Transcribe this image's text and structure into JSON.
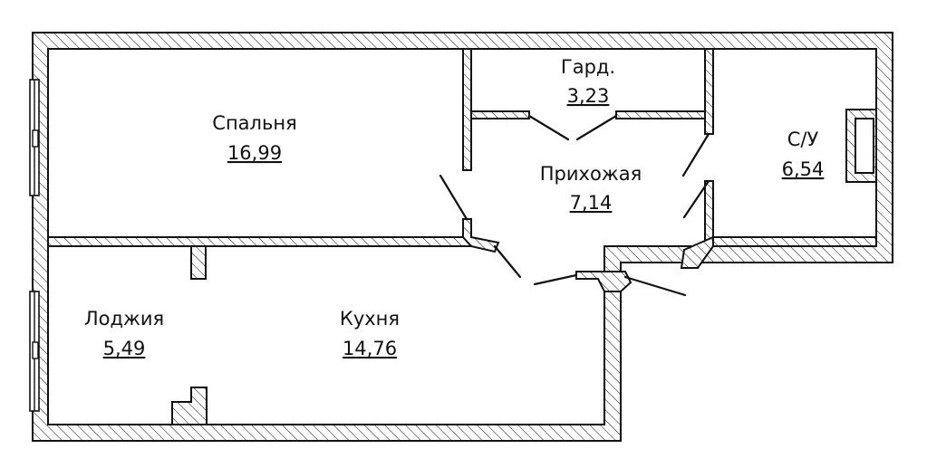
{
  "rooms": {
    "bedroom": {
      "name": "Спальня",
      "area": "16,99"
    },
    "wardrobe": {
      "name": "Гард.",
      "area": "3,23"
    },
    "bathroom": {
      "name": "С/У",
      "area": "6,54"
    },
    "hallway": {
      "name": "Прихожая",
      "area": "7,14"
    },
    "loggia": {
      "name": "Лоджия",
      "area": "5,49"
    },
    "kitchen": {
      "name": "Кухня",
      "area": "14,76"
    }
  },
  "colors": {
    "ink": "#111111",
    "background": "#ffffff"
  }
}
